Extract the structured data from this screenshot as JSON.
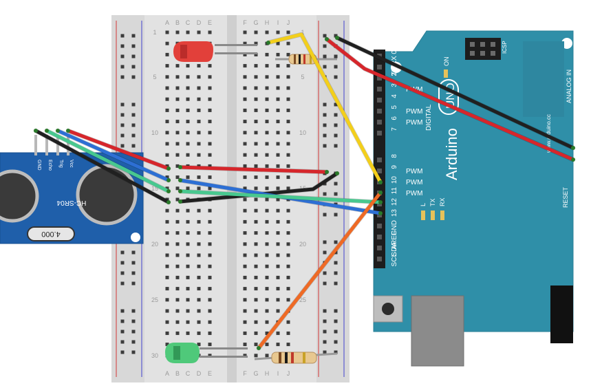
{
  "breadboard": {
    "columns_left": [
      "A",
      "B",
      "C",
      "D",
      "E"
    ],
    "columns_right": [
      "F",
      "G",
      "H",
      "I",
      "J"
    ],
    "row_numbers": [
      "1",
      "5",
      "10",
      "15",
      "20",
      "25",
      "30"
    ]
  },
  "sensor": {
    "model": "HC-SR04",
    "pins": [
      "GND",
      "Echo",
      "Trig",
      "Vcc"
    ],
    "crystal": "4.000"
  },
  "arduino": {
    "brand": "Arduino",
    "model": "UNO",
    "site": "www.arduino.cc",
    "icsp": "ICSP",
    "on_label": "ON",
    "digital_label": "DIGITAL",
    "analog_label": "ANALOG IN",
    "pwm_label": "PWM",
    "reset_label": "RESET",
    "pin_labels": [
      "RX 0",
      "TX 1",
      "2",
      "3",
      "4",
      "5",
      "6",
      "7",
      "8",
      "9",
      "10",
      "11",
      "12",
      "13",
      "GND",
      "AREF",
      "SDA",
      "SCL"
    ],
    "led_labels": [
      "L",
      "TX",
      "RX"
    ]
  },
  "leds": [
    {
      "color": "red",
      "hex": "#e2403a"
    },
    {
      "color": "green",
      "hex": "#4fc97a"
    }
  ],
  "wire_colors": {
    "red": "#d6262b",
    "black": "#202020",
    "blue": "#2d6fd4",
    "green": "#48c88f",
    "yellow": "#f3cf1b",
    "orange": "#ef6a25"
  }
}
